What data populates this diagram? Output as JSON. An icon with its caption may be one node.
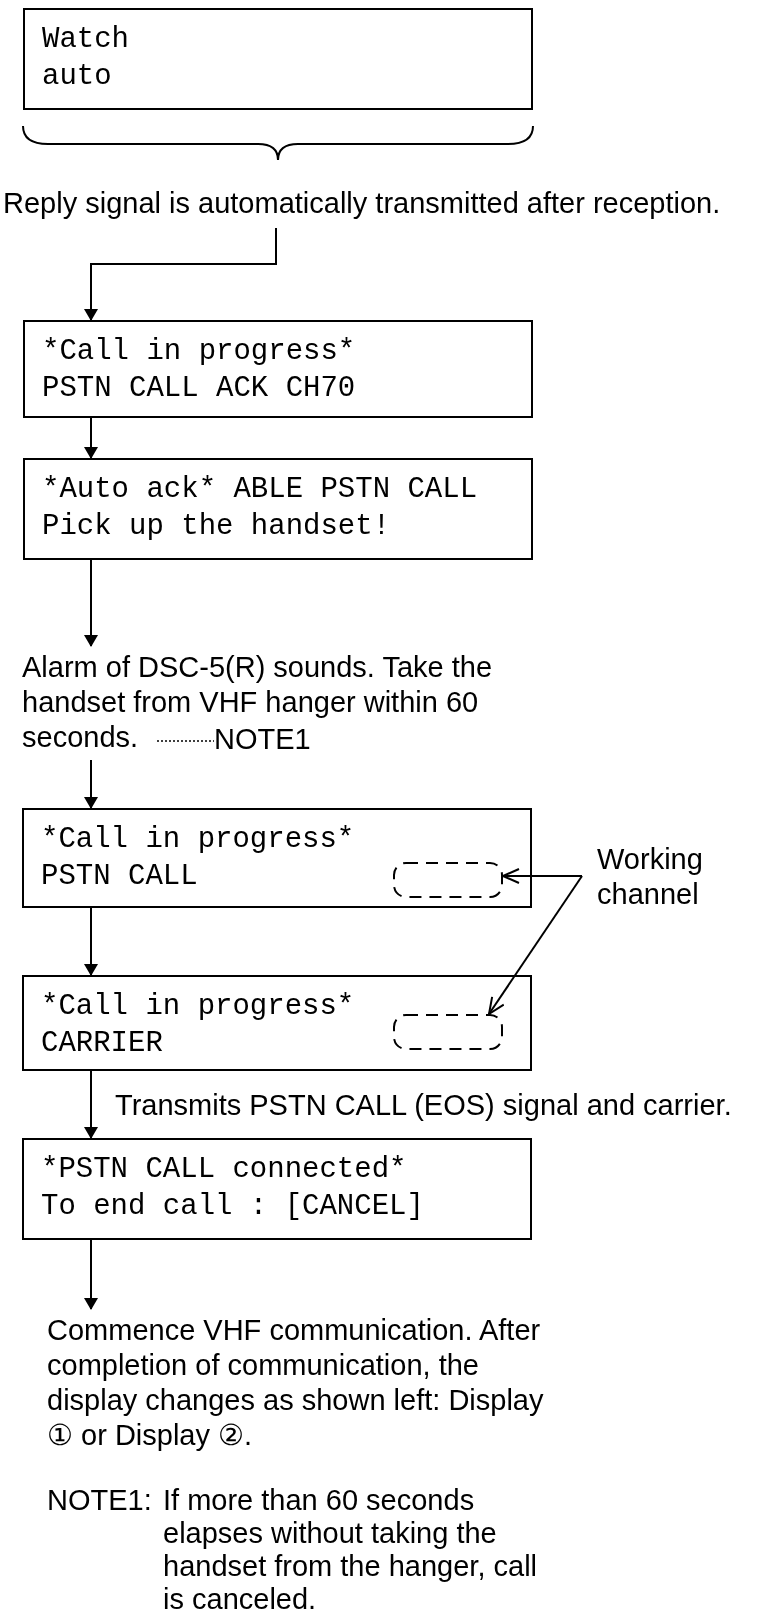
{
  "diagram": {
    "nodes": [
      {
        "text": [
          "Watch",
          "auto"
        ]
      },
      {
        "text": [
          "Reply signal is automatically transmitted after reception."
        ]
      },
      {
        "text": [
          "*Call in progress*",
          "PSTN CALL ACK CH70"
        ]
      },
      {
        "text": [
          "*Auto ack* ABLE PSTN CALL",
          "Pick up the handset!"
        ]
      },
      {
        "text": [
          "Alarm of DSC-5(R) sounds. Take the handset from VHF hanger within 60 seconds."
        ]
      },
      {
        "text": [
          "NOTE1"
        ]
      },
      {
        "text": [
          "*Call in progress*",
          "PSTN CALL"
        ]
      },
      {
        "text": [],
        "shape": "box",
        "in": 6
      },
      {
        "text": [
          "Working channel"
        ]
      },
      {
        "text": [
          "*Call in progress*",
          "CARRIER"
        ]
      },
      {
        "text": [],
        "shape": "box",
        "in": 9
      },
      {
        "text": [
          "*PSTN CALL connected*",
          "To end call : [CANCEL]"
        ]
      },
      {
        "text": [
          "Commence VHF communication. After completion of communication, the display changes as shown left: Display ① or Display ②."
        ]
      }
    ],
    "edges": [
      {
        "from": 1,
        "to": 2,
        "arrow": "to"
      },
      {
        "from": 2,
        "to": 3,
        "arrow": "to"
      },
      {
        "from": 3,
        "to": 4,
        "arrow": "to"
      },
      {
        "from": 4,
        "to": 5,
        "arrow": "none",
        "style": "dashed"
      },
      {
        "from": 4,
        "to": 6,
        "arrow": "to"
      },
      {
        "from": 6,
        "to": 9,
        "arrow": "to"
      },
      {
        "from": 9,
        "to": 11,
        "arrow": "to",
        "label": "Transmits PSTN CALL (EOS) signal and carrier."
      },
      {
        "from": 11,
        "to": 12,
        "arrow": "to"
      },
      {
        "from": 8,
        "to": 7,
        "arrow": "to"
      },
      {
        "from": 8,
        "to": 10,
        "arrow": "to"
      }
    ],
    "labels": [
      "NOTE1:",
      "If more than 60 seconds elapses without taking the handset from the hanger, call is canceled."
    ]
  }
}
